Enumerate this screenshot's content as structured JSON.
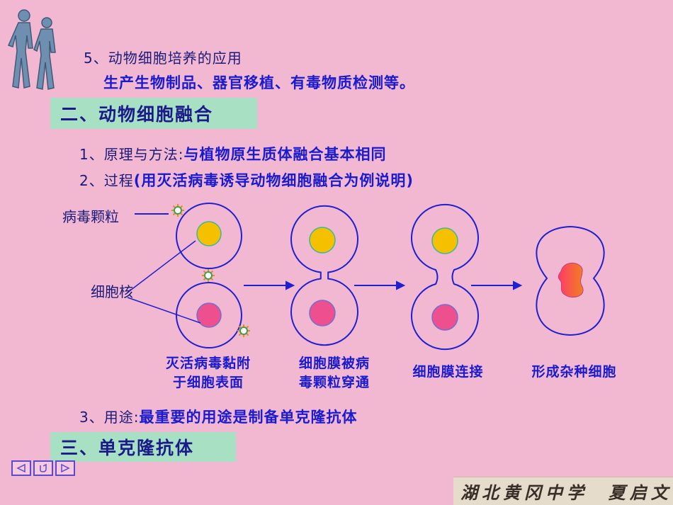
{
  "lines": {
    "item5": "5、动物细胞培养的应用",
    "item5_detail": "生产生物制品、器官移植、有毒物质检测等。",
    "item1_prefix": "1、原理与方法:",
    "item1_text": "与植物原生质体融合基本相同",
    "item2_prefix": "2、过程",
    "item2_text": "(用灭活病毒诱导动物细胞融合为例说明)",
    "item3_prefix": "3、用途:",
    "item3_text": "最重要的用途是制备单克隆抗体"
  },
  "headings": {
    "section2": "二、动物细胞融合",
    "section3": "三、单克隆抗体"
  },
  "diagram": {
    "label_virus": "病毒颗粒",
    "label_nucleus": "细胞核",
    "stages": [
      {
        "line1": "灭活病毒黏附",
        "line2": "于细胞表面"
      },
      {
        "line1": "细胞膜被病",
        "line2": "毒颗粒穿通"
      },
      {
        "line1": "细胞膜连接",
        "line2": ""
      },
      {
        "line1": "形成杂种细胞",
        "line2": ""
      }
    ],
    "colors": {
      "membrane": "#2020d0",
      "nucleus_yellow": "#f5c000",
      "nucleus_pink": "#ee4f8e",
      "fused_nucleus_start": "#ff3b6a",
      "fused_nucleus_end": "#f08020",
      "virus": "#e88a20"
    }
  },
  "nav": {
    "prev_icon": "prev-triangle-icon",
    "home_icon": "return-icon",
    "next_icon": "next-triangle-icon"
  },
  "footer": {
    "text": "湖北黄冈中学  夏启文"
  }
}
